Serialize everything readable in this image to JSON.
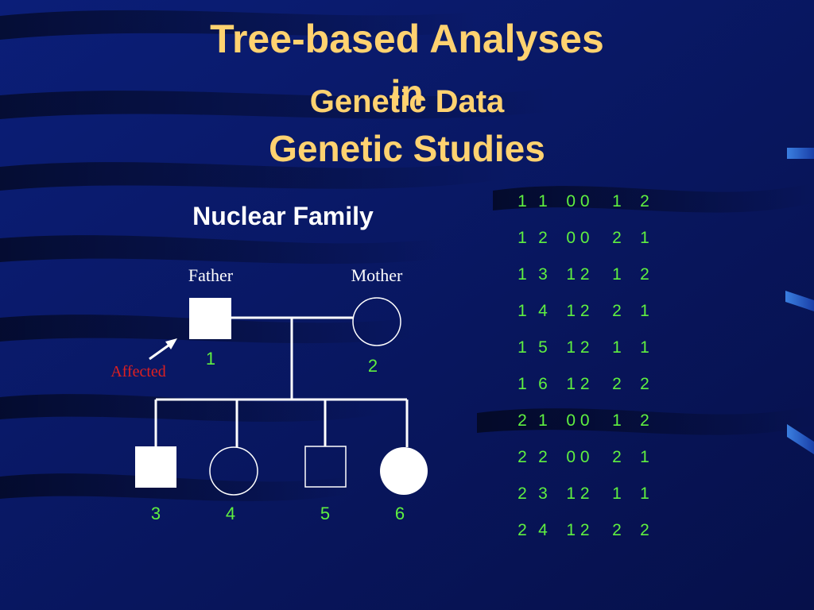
{
  "titles": {
    "line1": "Tree-based Analyses",
    "line2": "in",
    "line3": "Genetic Data",
    "line4": "Genetic Studies"
  },
  "pedigree": {
    "heading": "Nuclear Family",
    "father_label": "Father",
    "mother_label": "Mother",
    "affected_label": "Affected",
    "parent_ids": [
      "1",
      "2"
    ],
    "child_ids": [
      "3",
      "4",
      "5",
      "6"
    ]
  },
  "data_table": {
    "rows": [
      [
        "1",
        "1",
        "0 0",
        "1",
        "2"
      ],
      [
        "1",
        "2",
        "0 0",
        "2",
        "1"
      ],
      [
        "1",
        "3",
        "1 2",
        "1",
        "2"
      ],
      [
        "1",
        "4",
        "1 2",
        "2",
        "1"
      ],
      [
        "1",
        "5",
        "1 2",
        "1",
        "1"
      ],
      [
        "1",
        "6",
        "1 2",
        "2",
        "2"
      ],
      [
        "2",
        "1",
        "0 0",
        "1",
        "2"
      ],
      [
        "2",
        "2",
        "0 0",
        "2",
        "1"
      ],
      [
        "2",
        "3",
        "1 2",
        "1",
        "1"
      ],
      [
        "2",
        "4",
        "1 2",
        "2",
        "2"
      ]
    ]
  },
  "colors": {
    "background": "#0a1a6e",
    "title": "#ffd270",
    "numbers": "#5ff040",
    "affected": "#e02020"
  }
}
